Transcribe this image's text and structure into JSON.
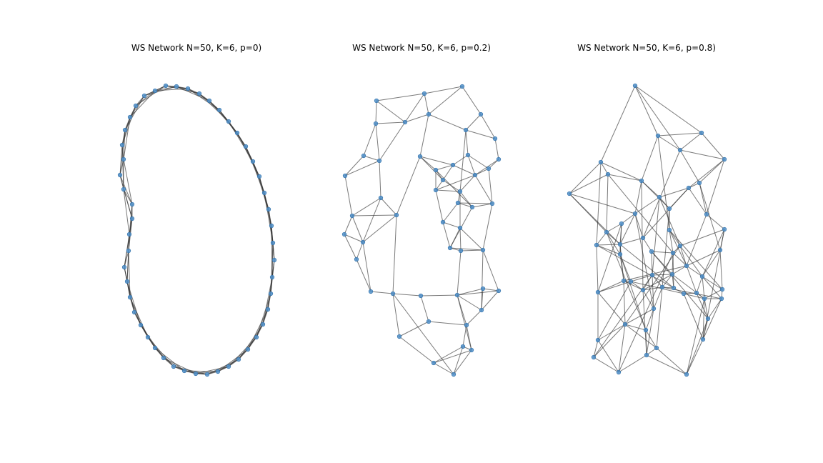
{
  "figure": {
    "colors": {
      "node": "#4f8fc9",
      "edge": "#333333",
      "background": "#ffffff"
    },
    "panels": [
      {
        "title": "WS Network N=50, K=6, p=0)",
        "p": 0,
        "N": 50,
        "K": 6,
        "layout": "ring"
      },
      {
        "title": "WS Network N=50, K=6, p=0.2)",
        "p": 0.2,
        "N": 50,
        "K": 6,
        "layout": "rewired"
      },
      {
        "title": "WS Network N=50, K=6, p=0.8)",
        "p": 0.8,
        "N": 50,
        "K": 6,
        "layout": "random"
      }
    ]
  }
}
